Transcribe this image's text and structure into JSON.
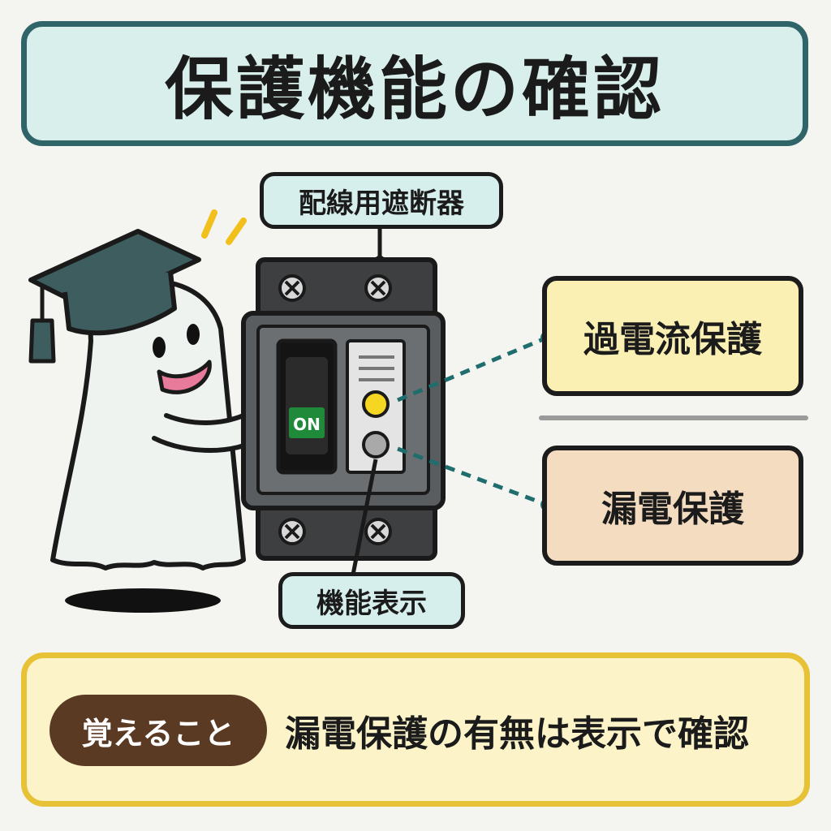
{
  "title": "保護機能の確認",
  "diagram": {
    "breaker_label": "配線用遮断器",
    "switch_label": "ON",
    "function_label": "機能表示",
    "overcurrent_label": "過電流保護",
    "earth_leakage_label": "漏電保護"
  },
  "memo": {
    "tag": "覚えること",
    "text": "漏電保護の有無は表示で確認"
  },
  "colors": {
    "title_bg": "#d8efec",
    "title_border": "#2f6468",
    "overcurrent_bg": "#fbf0b4",
    "earth_leakage_bg": "#f3dcc0",
    "memo_bg": "#fcf4c8",
    "memo_border": "#e7c237",
    "tag_bg": "#5a3a23",
    "indicator_yellow": "#f5d623",
    "indicator_gray": "#a9a9a9",
    "switch_green": "#1f8a3a",
    "connector_teal": "#1f6d6d"
  }
}
